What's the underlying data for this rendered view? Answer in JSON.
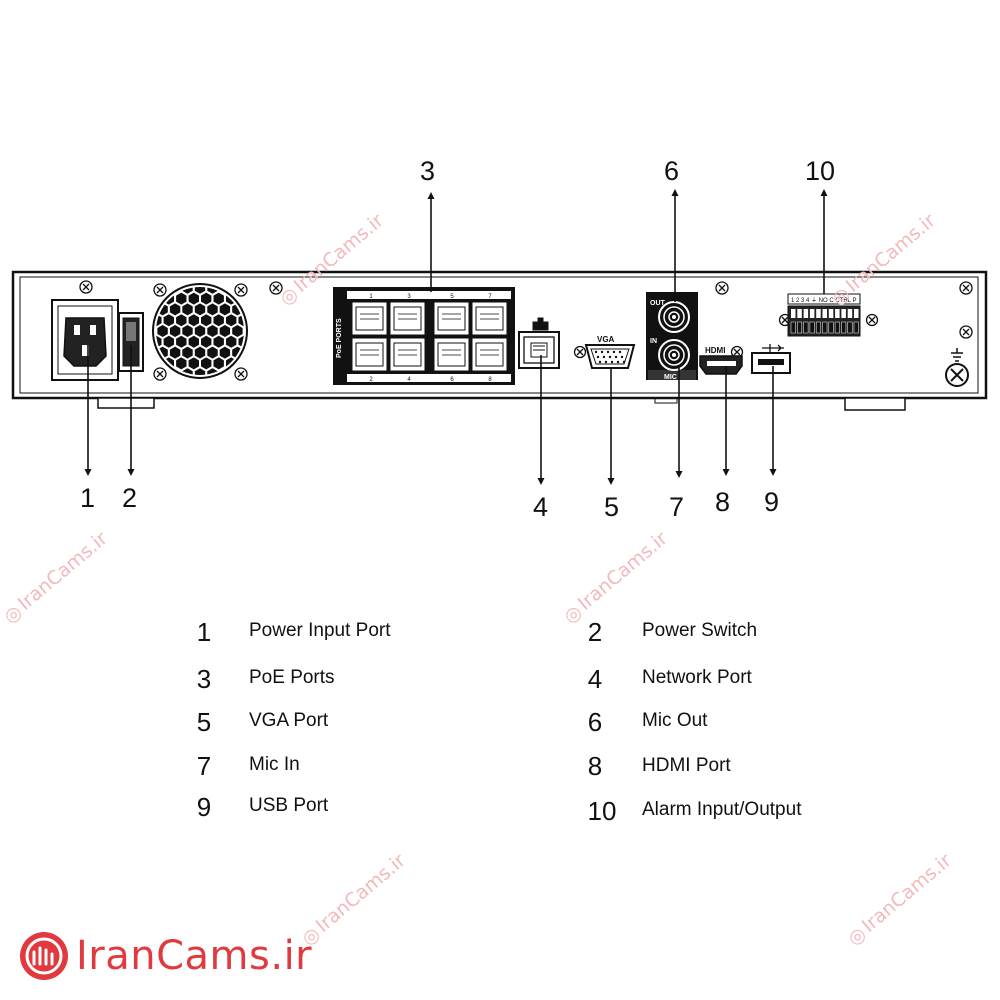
{
  "callouts": [
    "1",
    "2",
    "3",
    "4",
    "5",
    "6",
    "7",
    "8",
    "9",
    "10"
  ],
  "device_labels": {
    "poe_side": "PoE PORTS",
    "poe_top": [
      "1",
      "3",
      "5",
      "7"
    ],
    "poe_bottom": [
      "2",
      "4",
      "6",
      "8"
    ],
    "vga": "VGA",
    "audio_out": "OUT",
    "audio_in": "IN",
    "mic": "MIC",
    "hdmi": "HDMI",
    "alarm_terminal": "1 2 3 4 ⏚ NO C CTRL P"
  },
  "legend": [
    {
      "num": "1",
      "label": "Power Input Port"
    },
    {
      "num": "2",
      "label": "Power Switch"
    },
    {
      "num": "3",
      "label": "PoE Ports"
    },
    {
      "num": "4",
      "label": "Network Port"
    },
    {
      "num": "5",
      "label": "VGA Port"
    },
    {
      "num": "6",
      "label": "Mic Out"
    },
    {
      "num": "7",
      "label": "Mic In"
    },
    {
      "num": "8",
      "label": "HDMI Port"
    },
    {
      "num": "9",
      "label": "USB Port"
    },
    {
      "num": "10",
      "label": "Alarm Input/Output"
    }
  ],
  "brand": {
    "text": "IranCams.ir",
    "color": "#e03a3f"
  },
  "watermark": "IranCams.ir"
}
